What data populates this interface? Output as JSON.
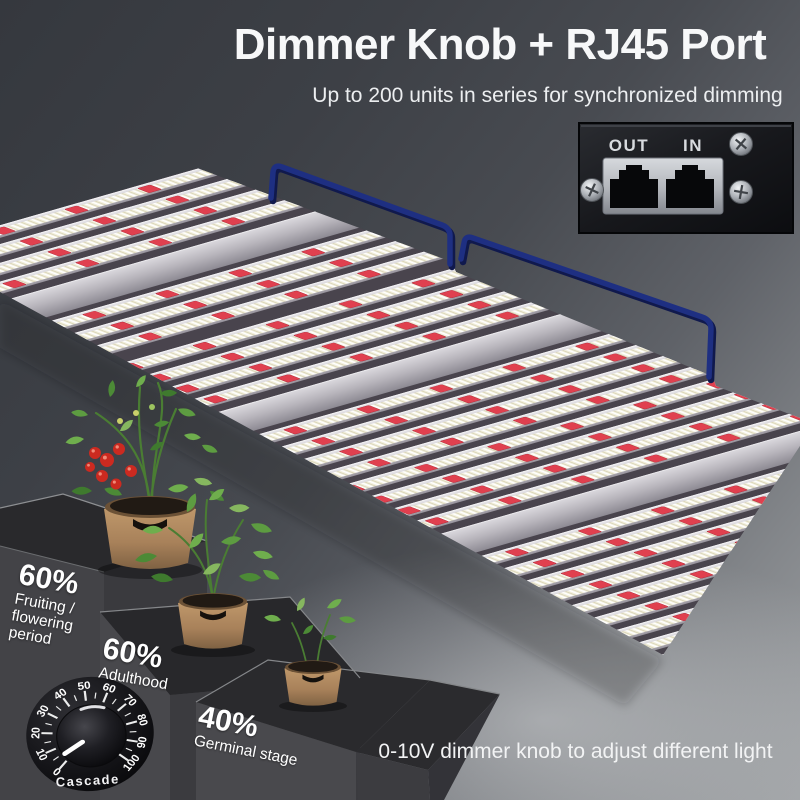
{
  "header": {
    "title": "Dimmer Knob + RJ45 Port",
    "subtitle": "Up to 200 units in series for synchronized dimming"
  },
  "rj45_panel": {
    "out_label": "OUT",
    "in_label": "IN"
  },
  "growth_stages": [
    {
      "percent": "60%",
      "lines": [
        "Fruiting /",
        "flowering",
        "period"
      ]
    },
    {
      "percent": "60%",
      "lines": [
        "Adulthood"
      ]
    },
    {
      "percent": "40%",
      "lines": [
        "Germinal stage"
      ]
    }
  ],
  "dimmer_knob": {
    "brand": "Cascade",
    "scale_labels": [
      "0",
      "10",
      "20",
      "30",
      "40",
      "50",
      "60",
      "70",
      "80",
      "90",
      "100"
    ]
  },
  "footer": {
    "caption": "0-10V dimmer knob to adjust different light"
  },
  "colors": {
    "background_dark": "#35383e",
    "background_light": "#9fa2a5",
    "cable_navy": "#1e2f82",
    "led_red": "#e0404f",
    "bar_silver": "#c9c6cc",
    "stair_face": "#434347",
    "pot_tan": "#b28a5e"
  }
}
